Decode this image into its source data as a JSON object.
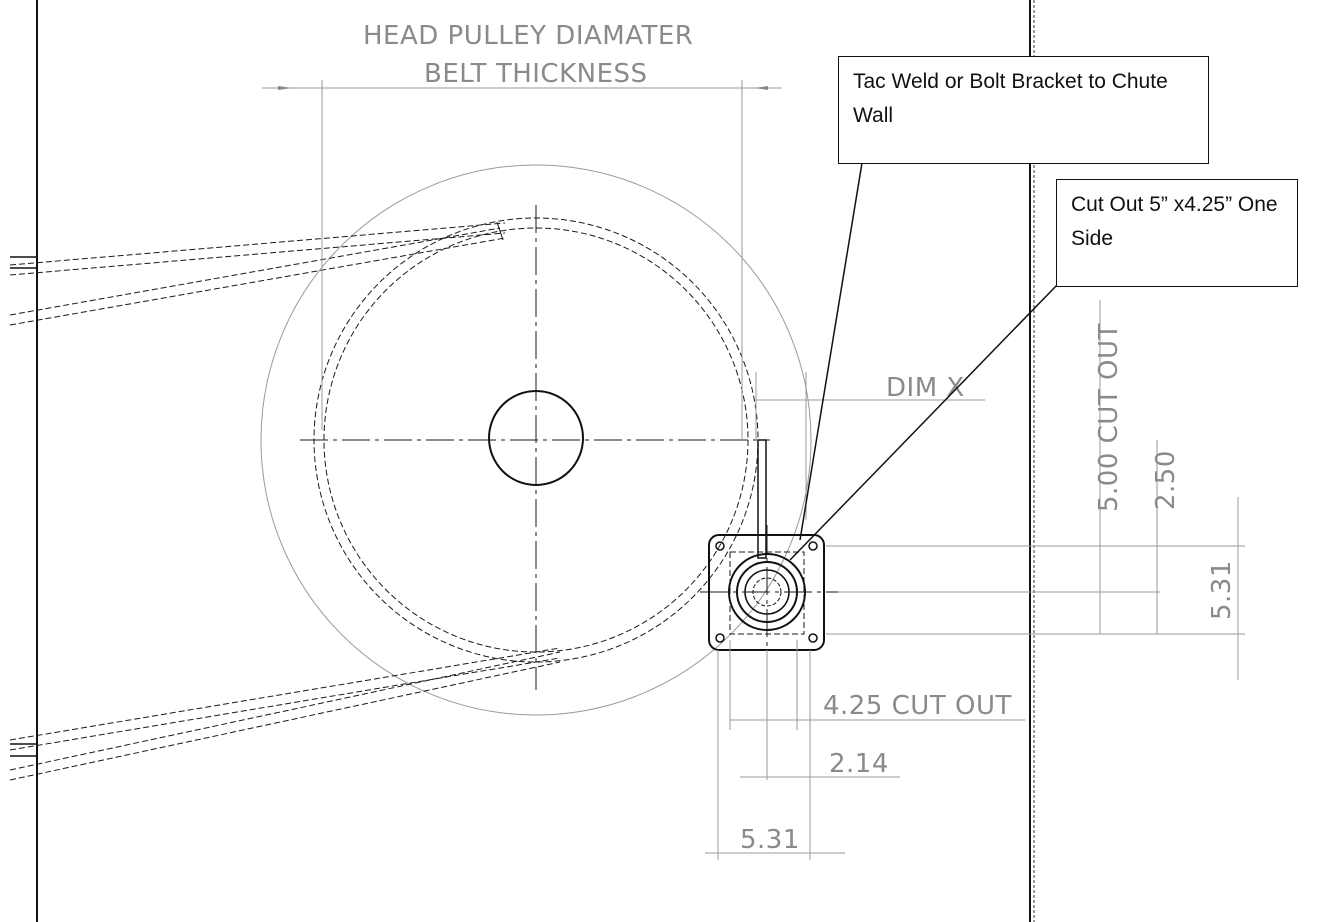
{
  "dimensions": {
    "head_pulley_line1": "HEAD PULLEY DIAMATER",
    "head_pulley_line2": "BELT THICKNESS",
    "dim_x": "DIM X",
    "cut_out_5": "5.00 CUT OUT",
    "v_2_50": "2.50",
    "v_5_31": "5.31",
    "h_4_25": "4.25 CUT OUT",
    "h_2_14": "2.14",
    "h_5_31": "5.31"
  },
  "callouts": {
    "tac_weld": "Tac Weld or Bolt Bracket to Chute Wall",
    "cut_out": "Cut Out 5” x4.25” One Side"
  },
  "colors": {
    "line": "#111111",
    "dimension": "#8a8a8a",
    "background": "#ffffff"
  }
}
